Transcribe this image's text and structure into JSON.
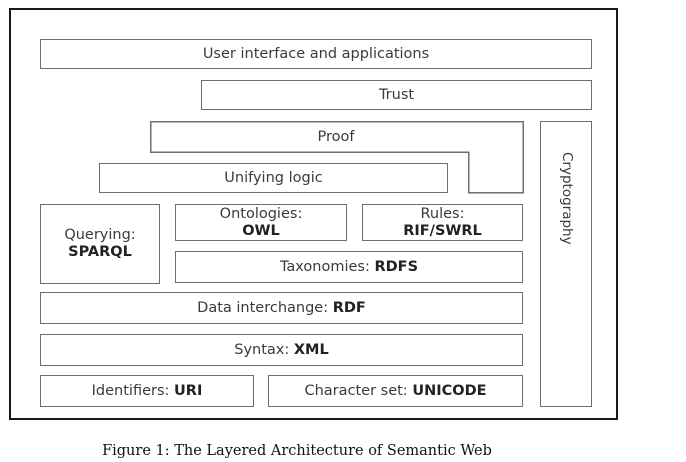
{
  "layers": {
    "user_interface": "User interface and applications",
    "trust": "Trust",
    "proof": "Proof",
    "unifying_logic": "Unifying logic",
    "querying": {
      "prefix": "Querying:",
      "tech": "SPARQL"
    },
    "ontologies": {
      "prefix": "Ontologies:",
      "tech": "OWL"
    },
    "rules": {
      "prefix": "Rules:",
      "tech": "RIF/SWRL"
    },
    "taxonomies": {
      "prefix": "Taxonomies:",
      "tech": "RDFS"
    },
    "data_interchange": {
      "prefix": "Data interchange:",
      "tech": "RDF"
    },
    "syntax": {
      "prefix": "Syntax:",
      "tech": "XML"
    },
    "identifiers": {
      "prefix": "Identifiers:",
      "tech": "URI"
    },
    "character_set": {
      "prefix": "Character set:",
      "tech": "UNICODE"
    },
    "cryptography": "Cryptography"
  },
  "caption": "Figure 1: The Layered Architecture of Semantic Web",
  "colors": {
    "frame": "#1a1a1a",
    "box_border": "#6e6e6e",
    "text": "#3a3a3a"
  }
}
